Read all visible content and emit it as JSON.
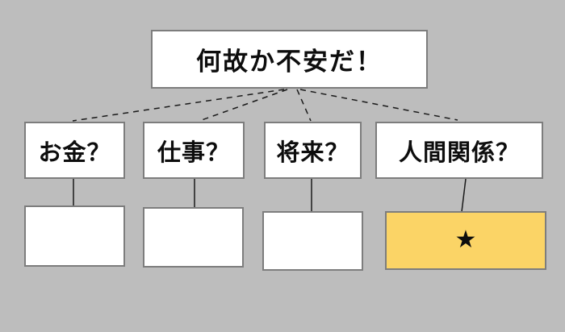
{
  "diagram": {
    "root": {
      "label": "何故か不安だ！"
    },
    "categories": [
      {
        "label": "お金？"
      },
      {
        "label": "仕事？"
      },
      {
        "label": "将来？"
      },
      {
        "label": "人間関係？"
      }
    ],
    "answer_boxes": [
      {
        "label": "",
        "highlighted": false
      },
      {
        "label": "",
        "highlighted": false
      },
      {
        "label": "",
        "highlighted": false
      },
      {
        "label": "★",
        "highlighted": true
      }
    ],
    "colors": {
      "background": "#bdbdbd",
      "box_fill": "#ffffff",
      "box_border": "#7d7d7d",
      "highlight_fill": "#fbd466",
      "line": "#1a1a1a",
      "text": "#0d0d0d"
    }
  }
}
